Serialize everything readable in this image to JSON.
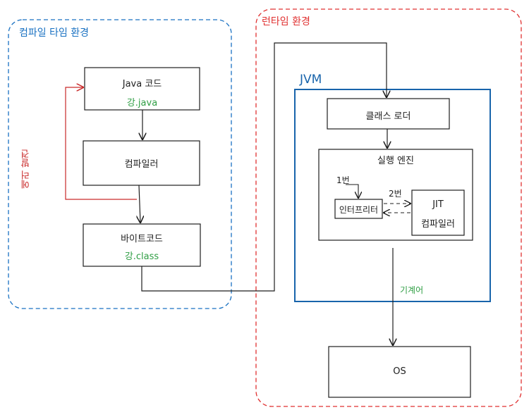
{
  "colors": {
    "compile_region": "#1971c2",
    "runtime_region": "#e03131",
    "jvm_border": "#1864ab",
    "error_arrow": "#c92a2a",
    "file_text": "#2f9e44",
    "ink": "#1e1e1e"
  },
  "compile_region": {
    "title": "컴파일 타임 환경",
    "java_code": {
      "title": "Java 코드",
      "file": "강.java"
    },
    "compiler": {
      "title": "컴파일러"
    },
    "bytecode": {
      "title": "바이트코드",
      "file": "강.class"
    },
    "error_label": "에러 발견"
  },
  "runtime_region": {
    "title": "런타임 환경",
    "jvm": {
      "title": "JVM",
      "class_loader": "클래스 로더",
      "execution_engine": {
        "title": "실행 엔진",
        "step1": "1번",
        "step2": "2번",
        "interpreter": "인터프리터",
        "jit_line1": "JIT",
        "jit_line2": "컴파일러"
      }
    },
    "machine_code_label": "기계어",
    "os": "OS"
  }
}
